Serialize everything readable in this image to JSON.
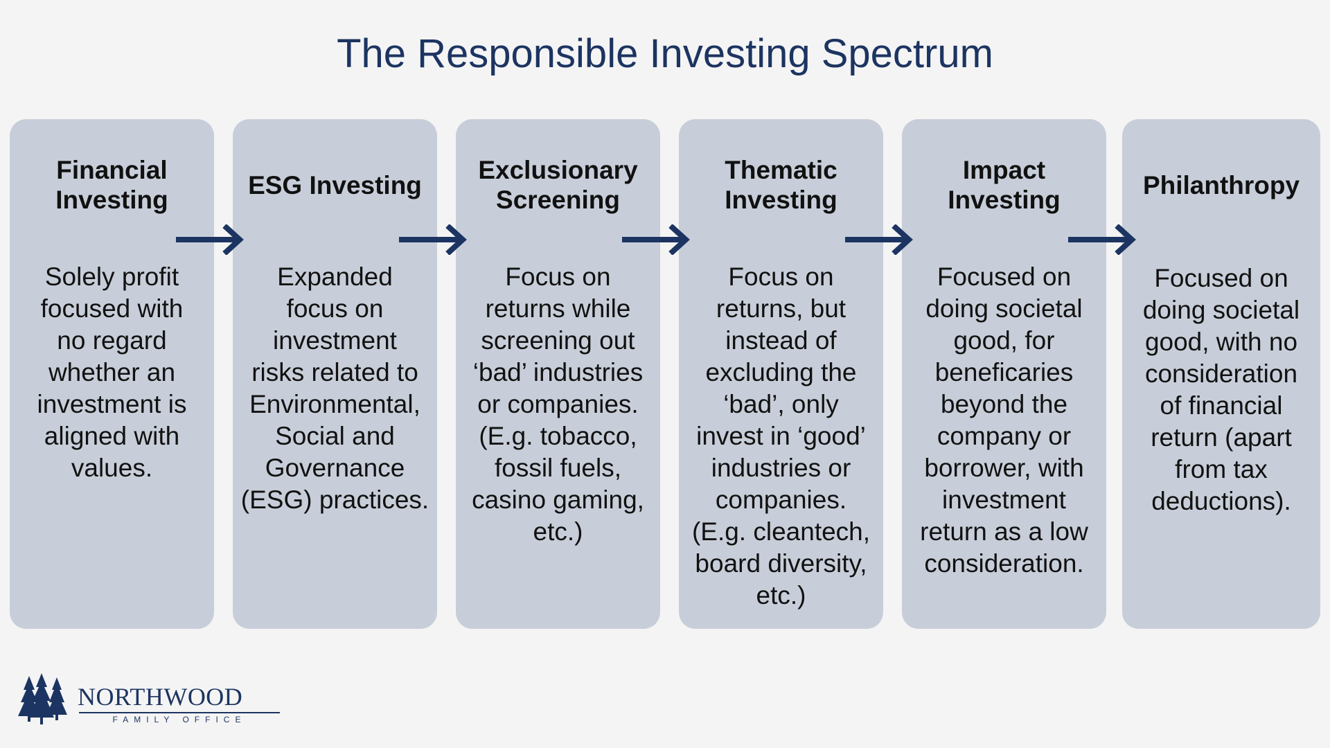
{
  "title": "The Responsible Investing Spectrum",
  "colors": {
    "background": "#f4f4f4",
    "card": "#c8ced9",
    "accent": "#1c3461",
    "text": "#111111"
  },
  "steps": [
    {
      "title": "Financial\nInvesting",
      "description": "Solely profit\nfocused with\nno regard\nwhether an\ninvestment is\naligned with\nvalues."
    },
    {
      "title": "ESG Investing",
      "description": "Expanded\nfocus on\ninvestment\nrisks related to\nEnvironmental,\nSocial and\nGovernance\n(ESG) practices."
    },
    {
      "title": "Exclusionary\nScreening",
      "description": "Focus on\nreturns while\nscreening out\n‘bad’ industries\nor companies.\n(E.g. tobacco,\nfossil fuels,\ncasino gaming,\netc.)"
    },
    {
      "title": "Thematic\nInvesting",
      "description": "Focus on\nreturns, but\ninstead of\nexcluding the\n‘bad’, only\ninvest in ‘good’\nindustries or\ncompanies.\n(E.g. cleantech,\nboard diversity,\netc.)"
    },
    {
      "title": "Impact\nInvesting",
      "description": "Focused on\ndoing societal\ngood, for\nbeneficaries\nbeyond the\ncompany or\nborrower, with\ninvestment\nreturn as a low\nconsideration."
    },
    {
      "title": "Philanthropy",
      "description": "Focused on\ndoing societal\ngood, with no\nconsideration\nof financial\nreturn (apart\nfrom tax\ndeductions)."
    }
  ],
  "arrow_icon": "right-arrow-icon",
  "logo": {
    "name": "NORTHWOOD",
    "subtitle": "FAMILY OFFICE",
    "icon": "pine-trees-icon"
  }
}
